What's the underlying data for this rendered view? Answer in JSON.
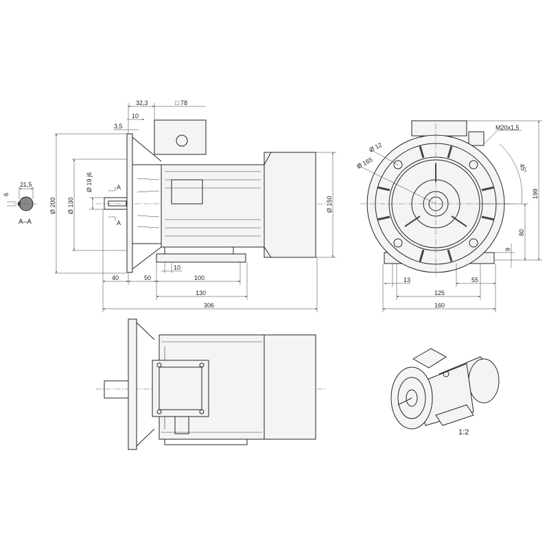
{
  "drawing": {
    "scale_label": "1:2",
    "section": {
      "label": "A–A",
      "width": "21,5",
      "key": "6"
    },
    "section_marks": [
      "A",
      "A"
    ],
    "side_view": {
      "terminal_offset": "32,3",
      "terminal_box": "□ 78",
      "flange_thickness": "10",
      "spigot": "3,5",
      "flange_dia": "Ø 200",
      "spigot_dia": "Ø 130",
      "shaft_dia": "Ø 19 j6",
      "body_dia": "Ø 150",
      "shaft_length": "40",
      "d50": "50",
      "d10": "10",
      "d100": "100",
      "d130": "130",
      "overall_length": "306"
    },
    "front_view": {
      "hole_dia": "Ø 12",
      "pcd": "Ø 165",
      "cable_gland": "M20x1,5",
      "angle": "45°",
      "height": "199",
      "shaft_height": "80",
      "foot_thickness": "9",
      "d13": "13",
      "d55": "55",
      "d125": "125",
      "d160": "160"
    }
  }
}
